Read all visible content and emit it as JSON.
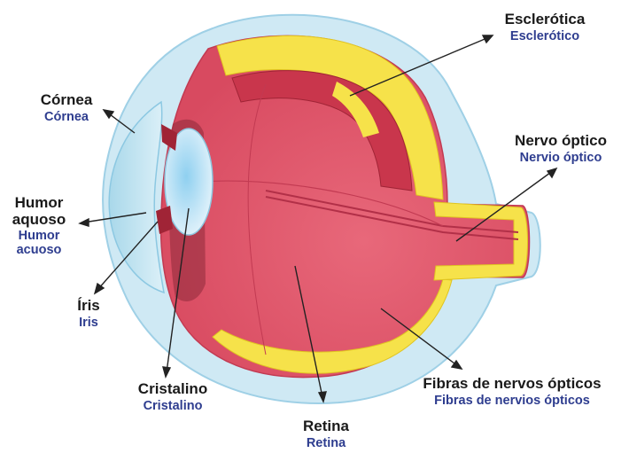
{
  "colors": {
    "sclera_outer": "#c6e4f0",
    "muscle": "#e0576a",
    "muscle_dark": "#b8283e",
    "yellow_layer": "#f6e24a",
    "lens": "#d7ecf8",
    "text_pt": "#1a1a1a",
    "text_es": "#2e3d8f"
  },
  "labels": {
    "esclerotica": {
      "pt": "Esclerótica",
      "es": "Esclerótico"
    },
    "cornea": {
      "pt": "Córnea",
      "es": "Córnea"
    },
    "nervo_optico": {
      "pt": "Nervo óptico",
      "es": "Nervio óptico"
    },
    "humor_aquoso": {
      "pt1": "Humor",
      "pt2": "aquoso",
      "es1": "Humor",
      "es2": "acuoso"
    },
    "iris": {
      "pt": "Íris",
      "es": "Iris"
    },
    "cristalino": {
      "pt": "Cristalino",
      "es": "Cristalino"
    },
    "retina": {
      "pt": "Retina",
      "es": "Retina"
    },
    "fibras": {
      "pt": "Fibras de nervos ópticos",
      "es": "Fibras de nervios ópticos"
    }
  }
}
